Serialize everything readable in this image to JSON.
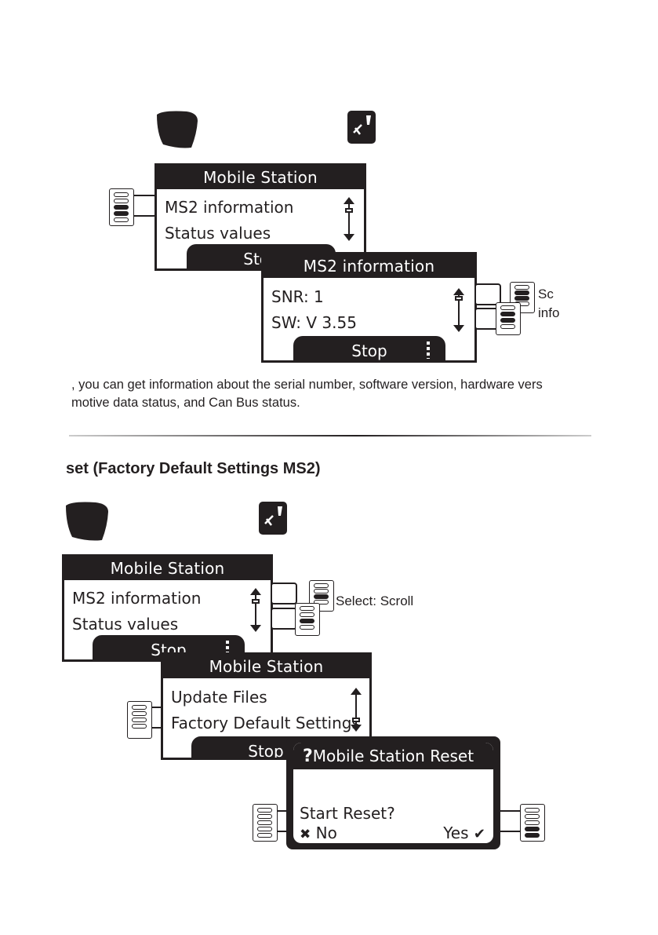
{
  "section1": {
    "screen_main": {
      "title": "Mobile Station",
      "items": [
        "MS2 information",
        "Status values"
      ],
      "softkey": "Stop"
    },
    "screen_info": {
      "title": "MS2 information",
      "items": [
        "SNR: 1",
        "SW: V 3.55"
      ],
      "softkey": "Stop"
    },
    "side_caption": [
      "Sc",
      "info"
    ],
    "body_text": [
      ", you can get information about the serial number, software version, hardware vers",
      "motive data status, and Can Bus status."
    ]
  },
  "section2": {
    "heading": "set (Factory Default Settings MS2)",
    "screen_main": {
      "title": "Mobile Station",
      "items": [
        "MS2 information",
        "Status values"
      ],
      "softkey": "Stop"
    },
    "caption": "Select: Scroll",
    "screen_update": {
      "title": "Mobile Station",
      "items": [
        "Update Files",
        "Factory Default Settings"
      ],
      "softkey": "Stop"
    },
    "screen_reset": {
      "title_icon": "?",
      "title": "Mobile Station Reset",
      "prompt": "Start Reset?",
      "no_icon": "✖",
      "no_label": "No",
      "yes_label": "Yes",
      "yes_icon": "✔"
    }
  },
  "colors": {
    "ink": "#231f20",
    "paper": "#ffffff"
  },
  "icons": [
    "key-blob-icon",
    "locomotive-function-icon",
    "rotary-knob-icon",
    "scrollbar-icon"
  ]
}
